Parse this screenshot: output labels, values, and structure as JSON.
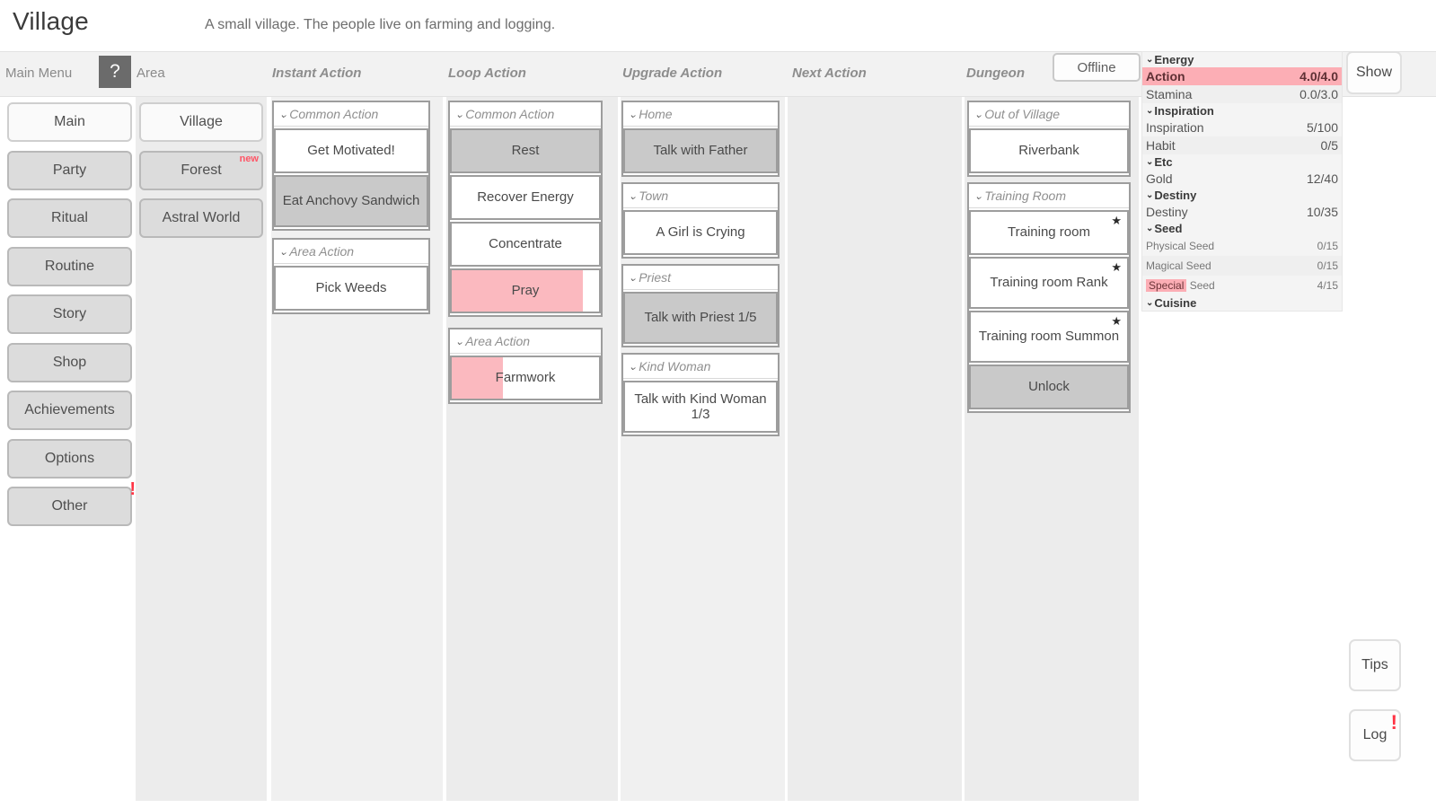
{
  "header": {
    "area_title": "Village",
    "area_desc": "A small village. The people live on farming and logging."
  },
  "columns": {
    "main_menu": "Main Menu",
    "help": "?",
    "area": "Area",
    "instant_action": "Instant Action",
    "loop_action": "Loop Action",
    "upgrade_action": "Upgrade Action",
    "next_action": "Next Action",
    "dungeon": "Dungeon",
    "offline": "Offline",
    "show": "Show"
  },
  "main_menu": [
    {
      "label": "Main",
      "active": true
    },
    {
      "label": "Party",
      "active": false
    },
    {
      "label": "Ritual",
      "active": false
    },
    {
      "label": "Routine",
      "active": false
    },
    {
      "label": "Story",
      "active": false
    },
    {
      "label": "Shop",
      "active": false
    },
    {
      "label": "Achievements",
      "active": false
    },
    {
      "label": "Options",
      "active": false
    },
    {
      "label": "Other",
      "active": false,
      "badge": "!"
    }
  ],
  "area_list": [
    {
      "label": "Village",
      "active": true
    },
    {
      "label": "Forest",
      "active": false,
      "badge": "new"
    },
    {
      "label": "Astral World",
      "active": false
    }
  ],
  "instant_action": [
    {
      "group": "Common Action",
      "items": [
        {
          "label": "Get Motivated!",
          "state": "normal"
        },
        {
          "label": "Eat Anchovy Sandwich",
          "state": "gray"
        }
      ]
    },
    {
      "group": "Area Action",
      "items": [
        {
          "label": "Pick Weeds",
          "state": "normal"
        }
      ]
    }
  ],
  "loop_action": [
    {
      "group": "Common Action",
      "items": [
        {
          "label": "Rest",
          "state": "gray",
          "progress": 0
        },
        {
          "label": "Recover Energy",
          "state": "normal",
          "progress": 0
        },
        {
          "label": "Concentrate",
          "state": "normal",
          "progress": 0
        },
        {
          "label": "Pray",
          "state": "progress",
          "progress": 89
        }
      ]
    },
    {
      "group": "Area Action",
      "items": [
        {
          "label": "Farmwork",
          "state": "progress",
          "progress": 35
        }
      ]
    }
  ],
  "upgrade_action": [
    {
      "group": "Home",
      "items": [
        {
          "label": "Talk with Father",
          "state": "gray"
        }
      ]
    },
    {
      "group": "Town",
      "items": [
        {
          "label": "A Girl is Crying",
          "state": "normal"
        }
      ]
    },
    {
      "group": "Priest",
      "items": [
        {
          "label": "Talk with Priest 1/5",
          "state": "gray"
        }
      ]
    },
    {
      "group": "Kind Woman",
      "items": [
        {
          "label": "Talk with Kind Woman 1/3",
          "state": "normal"
        }
      ]
    }
  ],
  "next_action": [],
  "dungeon": [
    {
      "group": "Out of Village",
      "items": [
        {
          "label": "Riverbank",
          "state": "normal",
          "star": false
        }
      ]
    },
    {
      "group": "Training Room",
      "items": [
        {
          "label": "Training room",
          "state": "normal",
          "star": true
        },
        {
          "label": "Training room Rank",
          "state": "normal",
          "star": true
        },
        {
          "label": "Training room Summon",
          "state": "normal",
          "star": true
        },
        {
          "label": "Unlock",
          "state": "gray",
          "star": false
        }
      ]
    }
  ],
  "stats": [
    {
      "type": "group",
      "label": "Energy"
    },
    {
      "type": "row",
      "key": "Action",
      "value": "4.0/4.0",
      "highlight": true
    },
    {
      "type": "row",
      "key": "Stamina",
      "value": "0.0/3.0",
      "highlight": false
    },
    {
      "type": "group",
      "label": "Inspiration"
    },
    {
      "type": "row",
      "key": "Inspiration",
      "value": "5/100",
      "highlight": false
    },
    {
      "type": "row",
      "key": "Habit",
      "value": "0/5",
      "highlight": false
    },
    {
      "type": "group",
      "label": "Etc"
    },
    {
      "type": "row",
      "key": "Gold",
      "value": "12/40",
      "highlight": false
    },
    {
      "type": "group",
      "label": "Destiny"
    },
    {
      "type": "row",
      "key": "Destiny",
      "value": "10/35",
      "highlight": false
    },
    {
      "type": "group",
      "label": "Seed"
    },
    {
      "type": "rowsmall",
      "key": "Physical Seed",
      "value": "0/15",
      "highlight": false
    },
    {
      "type": "rowsmall",
      "key": "Magical Seed",
      "value": "0/15",
      "highlight": false
    },
    {
      "type": "rowsmall",
      "key": "Special Seed",
      "value": "4/15",
      "highlight": false,
      "chip": "Special",
      "rest": " Seed"
    },
    {
      "type": "group",
      "label": "Cuisine"
    }
  ],
  "corner": {
    "tips": "Tips",
    "log": "Log",
    "log_badge": "!"
  },
  "colors": {
    "accent_red": "#fcaeb5",
    "badge_red": "#ff3344",
    "gray_button": "#c9c9c9",
    "panel_bg": "#ececec"
  }
}
